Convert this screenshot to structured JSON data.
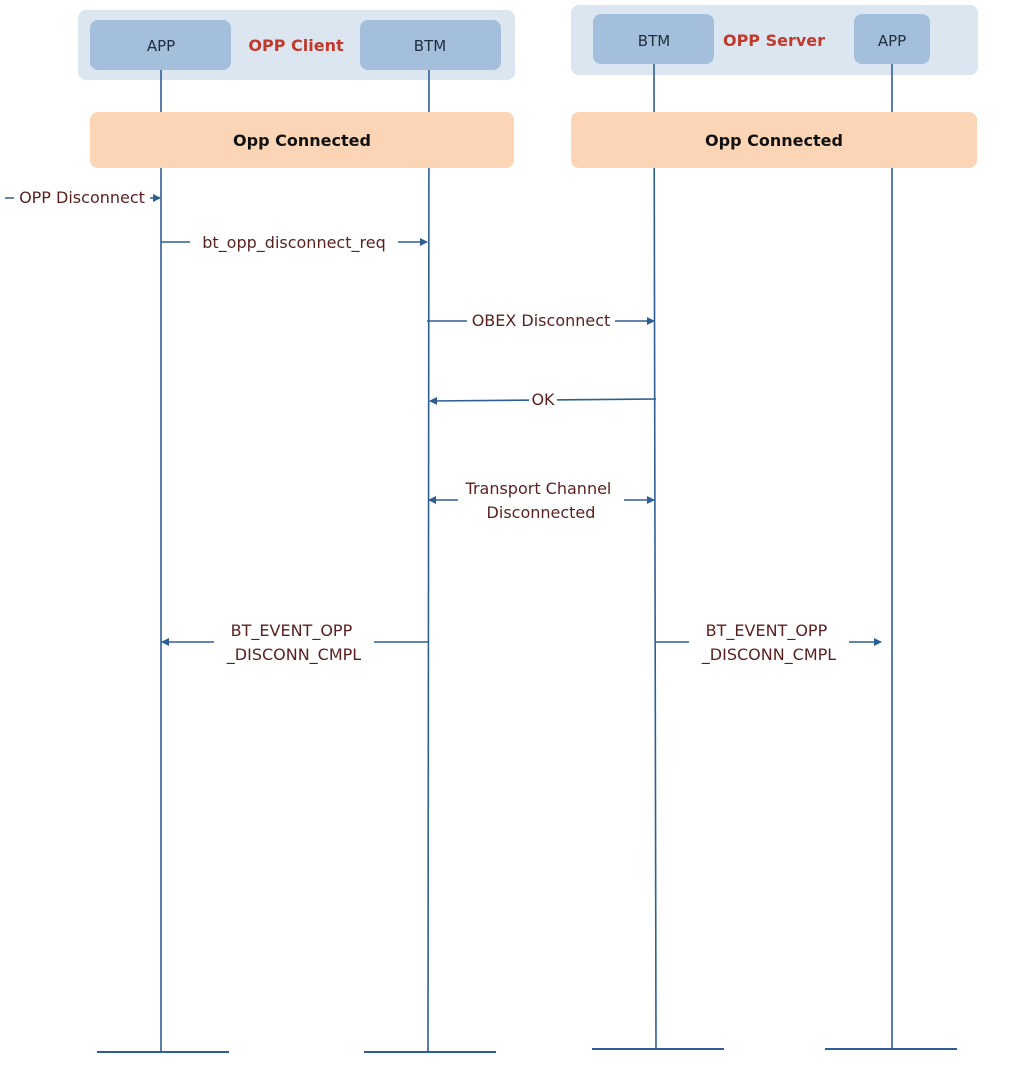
{
  "groups": {
    "client": {
      "title": "OPP Client",
      "app": "APP",
      "btm": "BTM"
    },
    "server": {
      "title": "OPP Server",
      "btm": "BTM",
      "app": "APP"
    }
  },
  "states": {
    "client_connected": "Opp Connected",
    "server_connected": "Opp Connected"
  },
  "messages": [
    {
      "id": "opp-disconnect",
      "from": "external",
      "to": "client_app",
      "lines": [
        "OPP Disconnect"
      ]
    },
    {
      "id": "bt-opp-disconnect-req",
      "from": "client_app",
      "to": "client_btm",
      "lines": [
        "bt_opp_disconnect_req"
      ]
    },
    {
      "id": "obex-disconnect",
      "from": "client_btm",
      "to": "server_btm",
      "lines": [
        "OBEX Disconnect"
      ]
    },
    {
      "id": "ok",
      "from": "server_btm",
      "to": "client_btm",
      "lines": [
        "OK"
      ]
    },
    {
      "id": "transport-channel-disconnected",
      "from": "client_btm",
      "to": "server_btm",
      "bidirectional": true,
      "lines": [
        "Transport Channel",
        "Disconnected"
      ]
    },
    {
      "id": "client-disconn-cmpl",
      "from": "client_btm",
      "to": "client_app",
      "lines": [
        "BT_EVENT_OPP",
        "_DISCONN_CMPL"
      ]
    },
    {
      "id": "server-disconn-cmpl",
      "from": "server_btm",
      "to": "server_app",
      "lines": [
        "BT_EVENT_OPP",
        "_DISCONN_CMPL"
      ]
    }
  ]
}
